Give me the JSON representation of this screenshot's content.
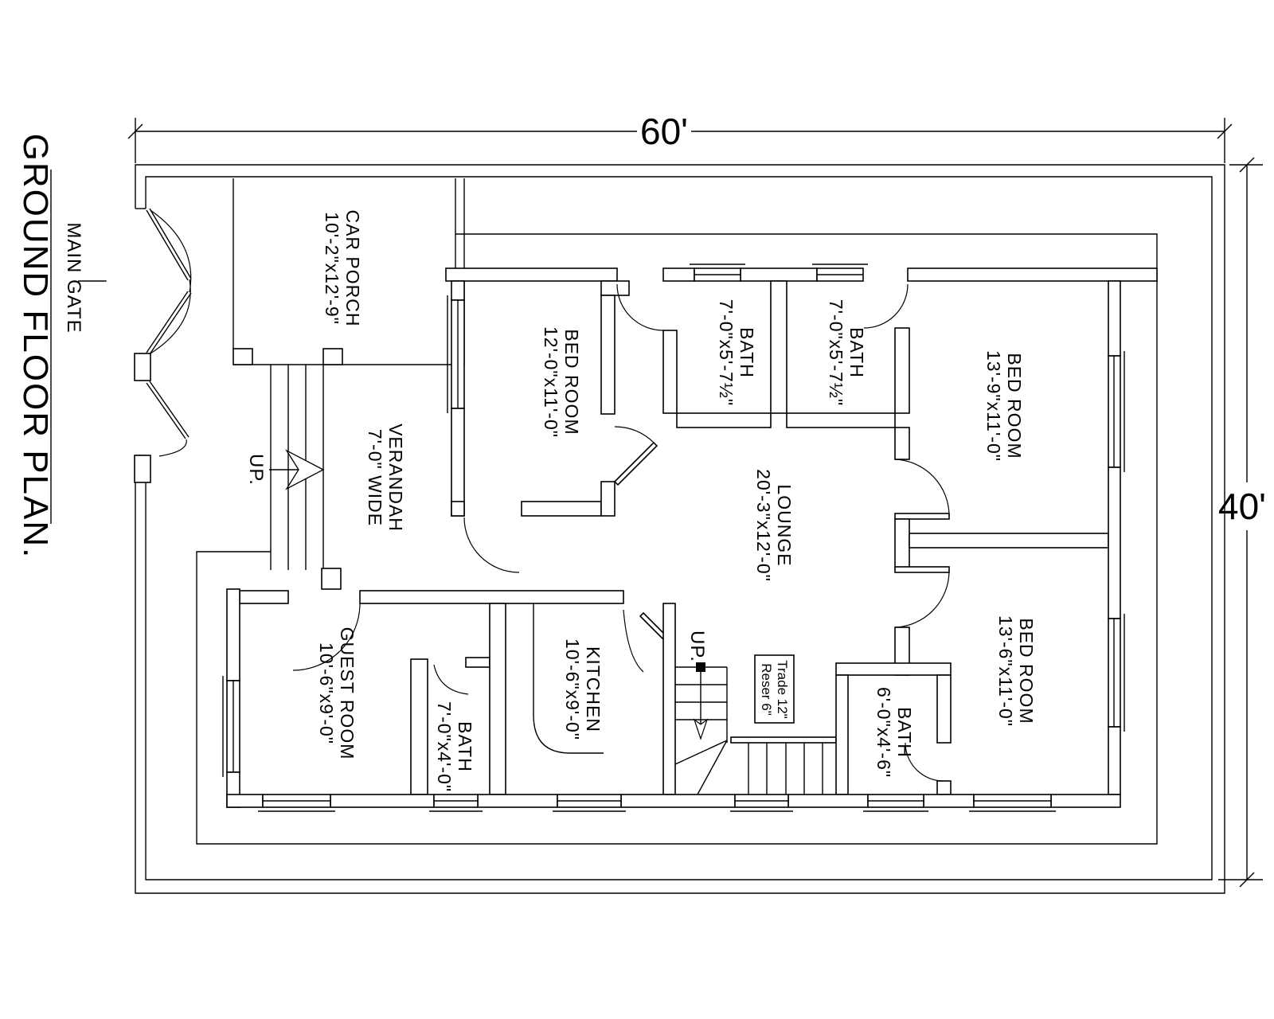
{
  "title": "GROUND FLOOR PLAN.",
  "annotations": {
    "main_gate": "MAIN GATE",
    "up_steps": "UP.",
    "up_stairs": "UP."
  },
  "dimensions": {
    "width_total": "60'",
    "height_total": "40'"
  },
  "stair_note": {
    "line1": "Trade 12\"",
    "line2": "Reser 6\""
  },
  "rooms": [
    {
      "id": "car-porch",
      "name": "CAR PORCH",
      "dims": "10'-2\"x12'-9\""
    },
    {
      "id": "verandah",
      "name": "VERANDAH",
      "dims": "7'-0\" WIDE"
    },
    {
      "id": "bed-room-1",
      "name": "BED ROOM",
      "dims": "12'-0\"x11'-0\""
    },
    {
      "id": "bath-1",
      "name": "BATH",
      "dims": "7'-0\"x5'-7½\""
    },
    {
      "id": "bath-2",
      "name": "BATH",
      "dims": "7'-0\"x5'-7½\""
    },
    {
      "id": "bed-room-2",
      "name": "BED ROOM",
      "dims": "13'-9\"x11'-0\""
    },
    {
      "id": "lounge",
      "name": "LOUNGE",
      "dims": "20'-3\"x12'-0\""
    },
    {
      "id": "guest-room",
      "name": "GUEST ROOM",
      "dims": "10'-6\"x9'-0\""
    },
    {
      "id": "bath-3",
      "name": "BATH",
      "dims": "7'-0\"x4'-0\""
    },
    {
      "id": "kitchen",
      "name": "KITCHEN",
      "dims": "10'-6\"x9'-0\""
    },
    {
      "id": "bed-room-3",
      "name": "BED ROOM",
      "dims": "13'-6\"x11'-0\""
    },
    {
      "id": "bath-4",
      "name": "BATH",
      "dims": "6'-0\"x4'-6\""
    }
  ],
  "colors": {
    "line": "#000000",
    "background": "#ffffff"
  }
}
